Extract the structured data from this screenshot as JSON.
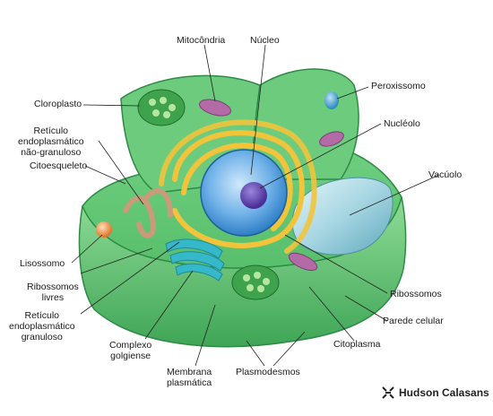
{
  "labels": {
    "mitocondria": "Mitocôndria",
    "nucleo": "Núcleo",
    "peroxissomo": "Peroxissomo",
    "cloroplasto": "Cloroplasto",
    "reticulo_liso": "Retículo\nendoplasmático\nnão-granuloso",
    "nucleolo": "Nucléolo",
    "citoesqueleto": "Citoesqueleto",
    "vacuolo": "Vacúolo",
    "lisossomo": "Lisossomo",
    "ribossomos_livres": "Ribossomos\nlivres",
    "ribossomos": "Ribossomos",
    "reticulo_granuloso": "Retículo\nendoplasmático\ngranuloso",
    "parede_celular": "Parede celular",
    "complexo_golgiense": "Complexo\ngolgiense",
    "citoplasma": "Citoplasma",
    "membrana_plasmatica": "Membrana\nplasmática",
    "plasmodesmos": "Plasmodesmos"
  },
  "brand": {
    "name": "Hudson Calasans"
  },
  "colors": {
    "cytoplasm": "#7ecf8a",
    "wall": "#4fb865",
    "nucleus": "#3d8fd8",
    "nucleolus": "#5b3fa8",
    "er": "#f2c43c",
    "golgi": "#35b8c9",
    "mito": "#b36aa6",
    "chloro": "#3fa24c",
    "vacuole": "#a9d8e4",
    "lysosome": "#f29048"
  }
}
